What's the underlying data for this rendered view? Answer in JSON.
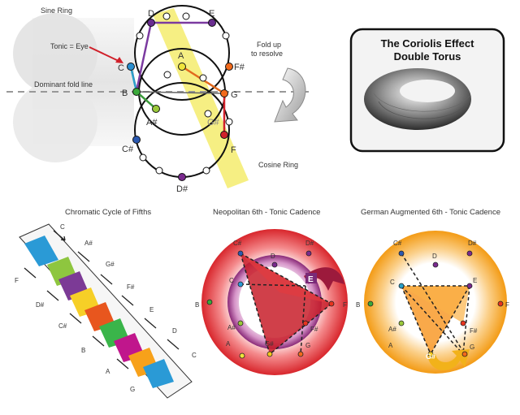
{
  "top": {
    "sine_ring": "Sine Ring",
    "tonic_eye": "Tonic = Eye",
    "dominant_fold": "Dominant fold line",
    "fold_up": "Fold up",
    "to_resolve": "to resolve",
    "cosine_ring": "Cosine Ring",
    "notes": {
      "D": "D",
      "E": "E",
      "C": "C",
      "A": "A",
      "Fs": "F#",
      "B": "B",
      "G": "G",
      "As": "A#",
      "Gs": "G#",
      "Cs": "C#",
      "F": "F",
      "Ds": "D#"
    }
  },
  "coriolis": {
    "title_line1": "The Coriolis Effect",
    "title_line2": "Double Torus"
  },
  "chromatic": {
    "title": "Chromatic Cycle of Fifths",
    "labels": [
      "C",
      "A#",
      "G#",
      "F#",
      "E",
      "D",
      "C",
      "F",
      "D#",
      "C#",
      "B",
      "A",
      "G"
    ]
  },
  "neopolitan": {
    "title": "Neopolitan 6th - Tonic Cadence",
    "notes": {
      "Cs": "C#",
      "Ds": "D#",
      "D": "D",
      "C": "C",
      "E": "E",
      "B": "B",
      "F": "F",
      "As": "A#",
      "Fs": "F#",
      "Gs": "G#",
      "A": "A",
      "G": "G"
    }
  },
  "german": {
    "title": "German Augmented 6th - Tonic Cadence",
    "notes": {
      "Cs": "C#",
      "Ds": "D#",
      "D": "D",
      "C": "C",
      "E": "E",
      "B": "B",
      "F": "F",
      "As": "A#",
      "Fs": "F#",
      "Gs": "G#",
      "A": "A",
      "G": "G"
    }
  },
  "colors": {
    "neopolitan_ring": "#e8343a",
    "neopolitan_inner": "#9a2f8a",
    "german_ring": "#f5a21b",
    "accent_yellow": "#f3ea5a",
    "triangle_red": "#c81e2a",
    "triangle_orange": "#f7941d"
  }
}
